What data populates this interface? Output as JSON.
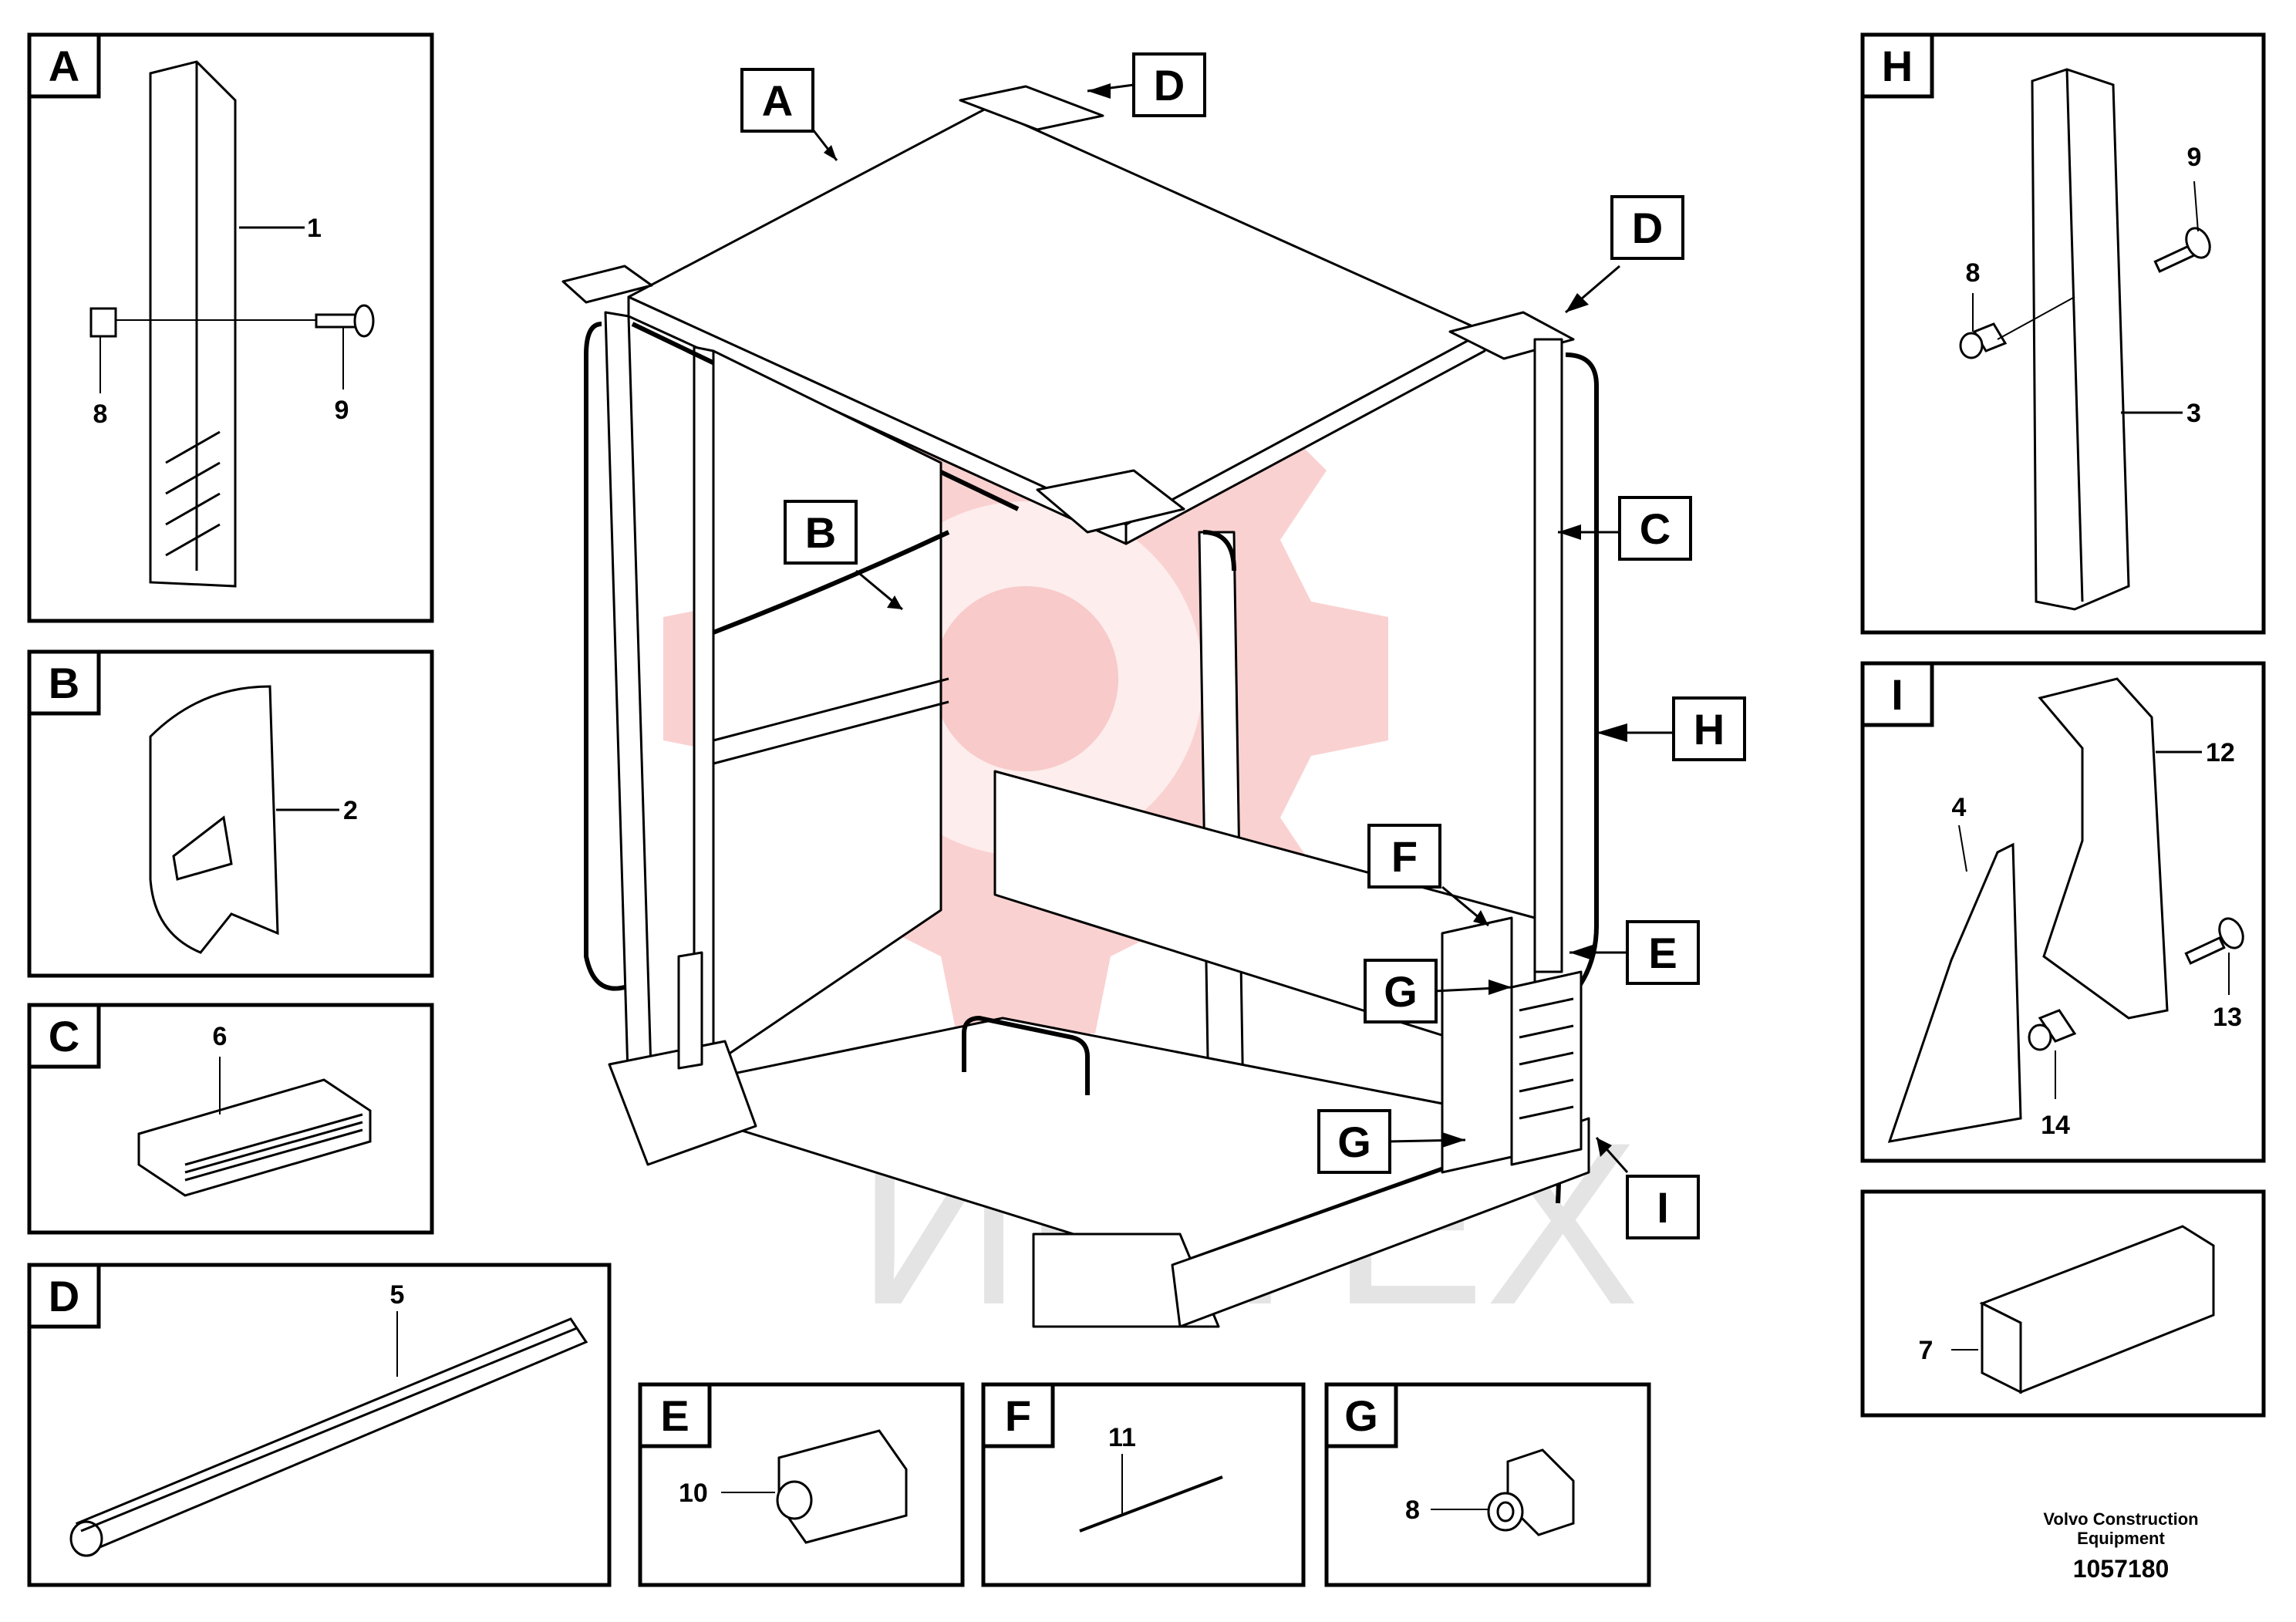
{
  "panels": [
    {
      "id": "panel-a",
      "letter": "A",
      "numbers": [
        "1",
        "8",
        "9"
      ]
    },
    {
      "id": "panel-b",
      "letter": "B",
      "numbers": [
        "2"
      ]
    },
    {
      "id": "panel-c",
      "letter": "C",
      "numbers": [
        "6"
      ]
    },
    {
      "id": "panel-d",
      "letter": "D",
      "numbers": [
        "5"
      ]
    },
    {
      "id": "panel-e",
      "letter": "E",
      "numbers": [
        "10"
      ]
    },
    {
      "id": "panel-f",
      "letter": "F",
      "numbers": [
        "11"
      ]
    },
    {
      "id": "panel-g",
      "letter": "G",
      "numbers": [
        "8"
      ]
    },
    {
      "id": "panel-h",
      "letter": "H",
      "numbers": [
        "9",
        "8",
        "3"
      ]
    },
    {
      "id": "panel-i",
      "letter": "I",
      "numbers": [
        "12",
        "4",
        "13",
        "14"
      ]
    },
    {
      "id": "panel-7",
      "letter": "",
      "numbers": [
        "7"
      ]
    }
  ],
  "callouts": [
    "A",
    "D",
    "D",
    "B",
    "C",
    "H",
    "F",
    "E",
    "G",
    "G",
    "I"
  ],
  "watermark": "ИНТЕХ",
  "footer": {
    "company_line1": "Volvo Construction",
    "company_line2": "Equipment",
    "drawing_id": "1057180"
  },
  "colors": {
    "line": "#000000",
    "logo": "#f0a0a0",
    "watermark": "#cfcfcf"
  }
}
